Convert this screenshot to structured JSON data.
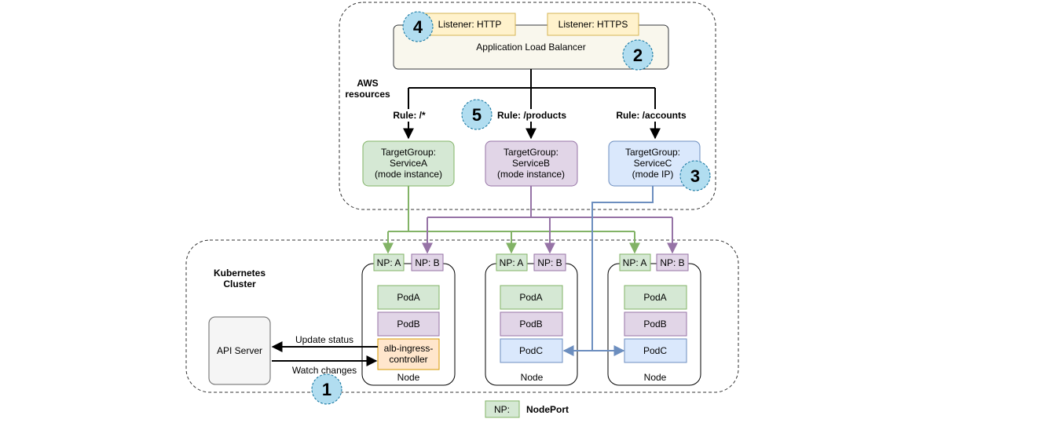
{
  "aws": {
    "label_line1": "AWS",
    "label_line2": "resources",
    "listener_http": "Listener: HTTP",
    "listener_https": "Listener: HTTPS",
    "alb": "Application Load Balancer",
    "rules": [
      "Rule: /*",
      "Rule: /products",
      "Rule: /accounts"
    ],
    "target_groups": [
      {
        "line1": "TargetGroup:",
        "line2": "ServiceA",
        "line3": "(mode instance)"
      },
      {
        "line1": "TargetGroup:",
        "line2": "ServiceB",
        "line3": "(mode instance)"
      },
      {
        "line1": "TargetGroup:",
        "line2": "ServiceC",
        "line3": "(mode IP)"
      }
    ]
  },
  "cluster": {
    "label_line1": "Kubernetes",
    "label_line2": "Cluster",
    "api_server": "API Server",
    "update_status": "Update status",
    "watch_changes": "Watch changes",
    "np_a": "NP: A",
    "np_b": "NP: B",
    "node_label": "Node",
    "pod_a": "PodA",
    "pod_b": "PodB",
    "pod_c": "PodC",
    "controller_line1": "alb-ingress-",
    "controller_line2": "controller"
  },
  "badges": [
    "1",
    "2",
    "3",
    "4",
    "5"
  ],
  "legend": {
    "np": "NP:",
    "nodeport": "NodePort"
  },
  "colors": {
    "green_fill": "#d5e8d4",
    "green_stroke": "#82b366",
    "purple_fill": "#e1d5e7",
    "purple_stroke": "#9673a6",
    "blue_fill": "#dae8fc",
    "blue_stroke": "#6c8ebf",
    "yellow_fill": "#fff2cc",
    "yellow_stroke": "#d6b656",
    "orange_fill": "#ffe6cc",
    "orange_stroke": "#d79b00",
    "badge_fill": "#b1ddf0"
  }
}
